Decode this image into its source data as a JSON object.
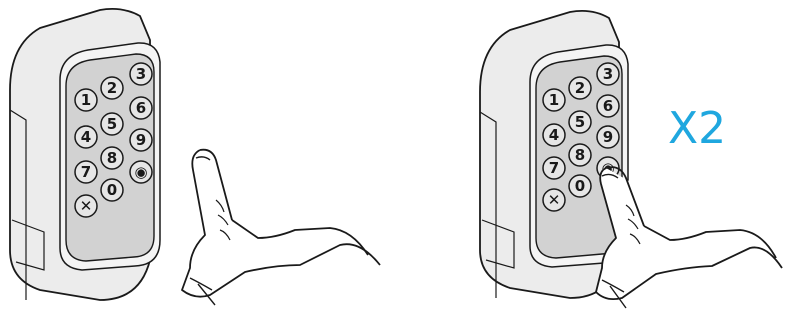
{
  "keypad": {
    "keys": [
      "1",
      "2",
      "3",
      "4",
      "5",
      "6",
      "7",
      "8",
      "9",
      "✕",
      "0",
      "◉"
    ]
  },
  "instruction": {
    "press_count": "X2"
  },
  "colors": {
    "accent": "#1fa7df",
    "device_body": "#ececec",
    "keypad_face": "#d2d2d2",
    "outline": "#1a1a1a"
  },
  "icons": [
    "keypad-device-icon",
    "pointing-hand-icon"
  ]
}
